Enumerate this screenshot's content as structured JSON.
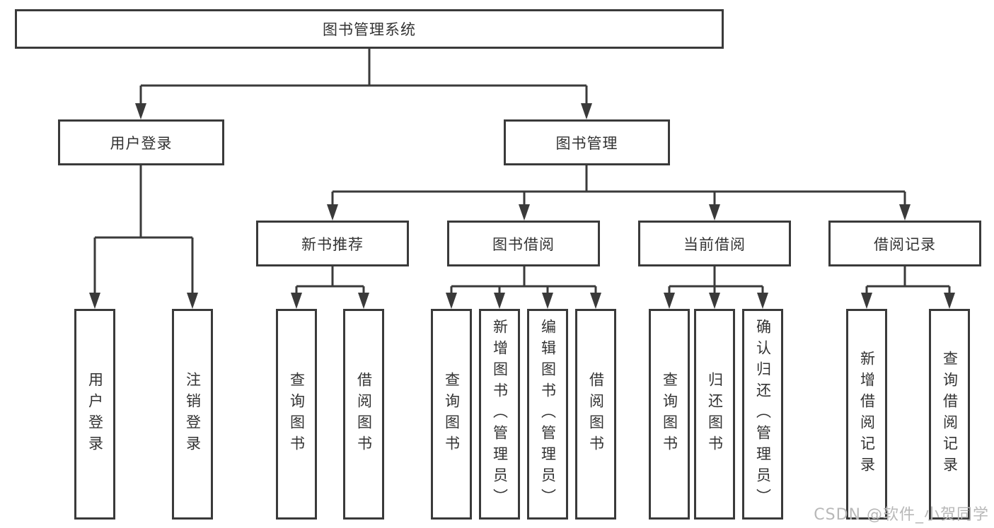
{
  "tree": {
    "label": "图书管理系统",
    "children": [
      {
        "label": "用户登录",
        "children": [
          {
            "label": "用户登录"
          },
          {
            "label": "注销登录"
          }
        ]
      },
      {
        "label": "图书管理",
        "children": [
          {
            "label": "新书推荐",
            "children": [
              {
                "label": "查询图书"
              },
              {
                "label": "借阅图书"
              }
            ]
          },
          {
            "label": "图书借阅",
            "children": [
              {
                "label": "查询图书"
              },
              {
                "label": "新增图书（管理员）"
              },
              {
                "label": "编辑图书（管理员）"
              },
              {
                "label": "借阅图书"
              }
            ]
          },
          {
            "label": "当前借阅",
            "children": [
              {
                "label": "查询图书"
              },
              {
                "label": "归还图书"
              },
              {
                "label": "确认归还（管理员）"
              }
            ]
          },
          {
            "label": "借阅记录",
            "children": [
              {
                "label": "新增借阅记录"
              },
              {
                "label": "查询借阅记录"
              }
            ]
          }
        ]
      }
    ]
  },
  "watermark": {
    "text": "CSDN @软件_小贺同学"
  },
  "colors": {
    "line": "#3a3a3a",
    "box_border": "#3a3a3a",
    "text": "#333333",
    "watermark": "#b8b8b8",
    "background": "#ffffff"
  }
}
